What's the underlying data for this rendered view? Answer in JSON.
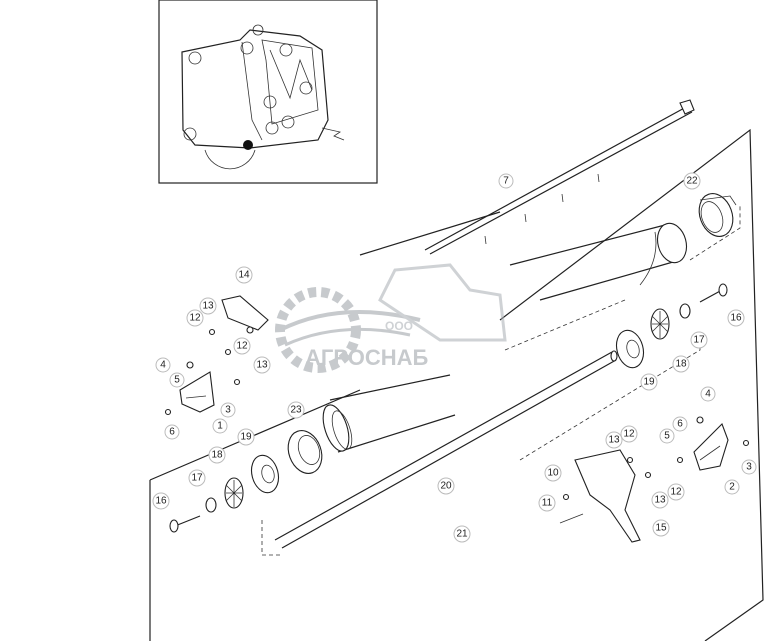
{
  "watermark": {
    "brand": "АГРОСНАБ",
    "prefix": "ООО"
  },
  "callouts": [
    "1",
    "2",
    "3",
    "3",
    "4",
    "4",
    "5",
    "5",
    "6",
    "6",
    "7",
    "10",
    "11",
    "12",
    "12",
    "12",
    "12",
    "13",
    "13",
    "13",
    "13",
    "14",
    "15",
    "16",
    "16",
    "17",
    "17",
    "18",
    "18",
    "19",
    "19",
    "20",
    "21",
    "22",
    "23"
  ]
}
